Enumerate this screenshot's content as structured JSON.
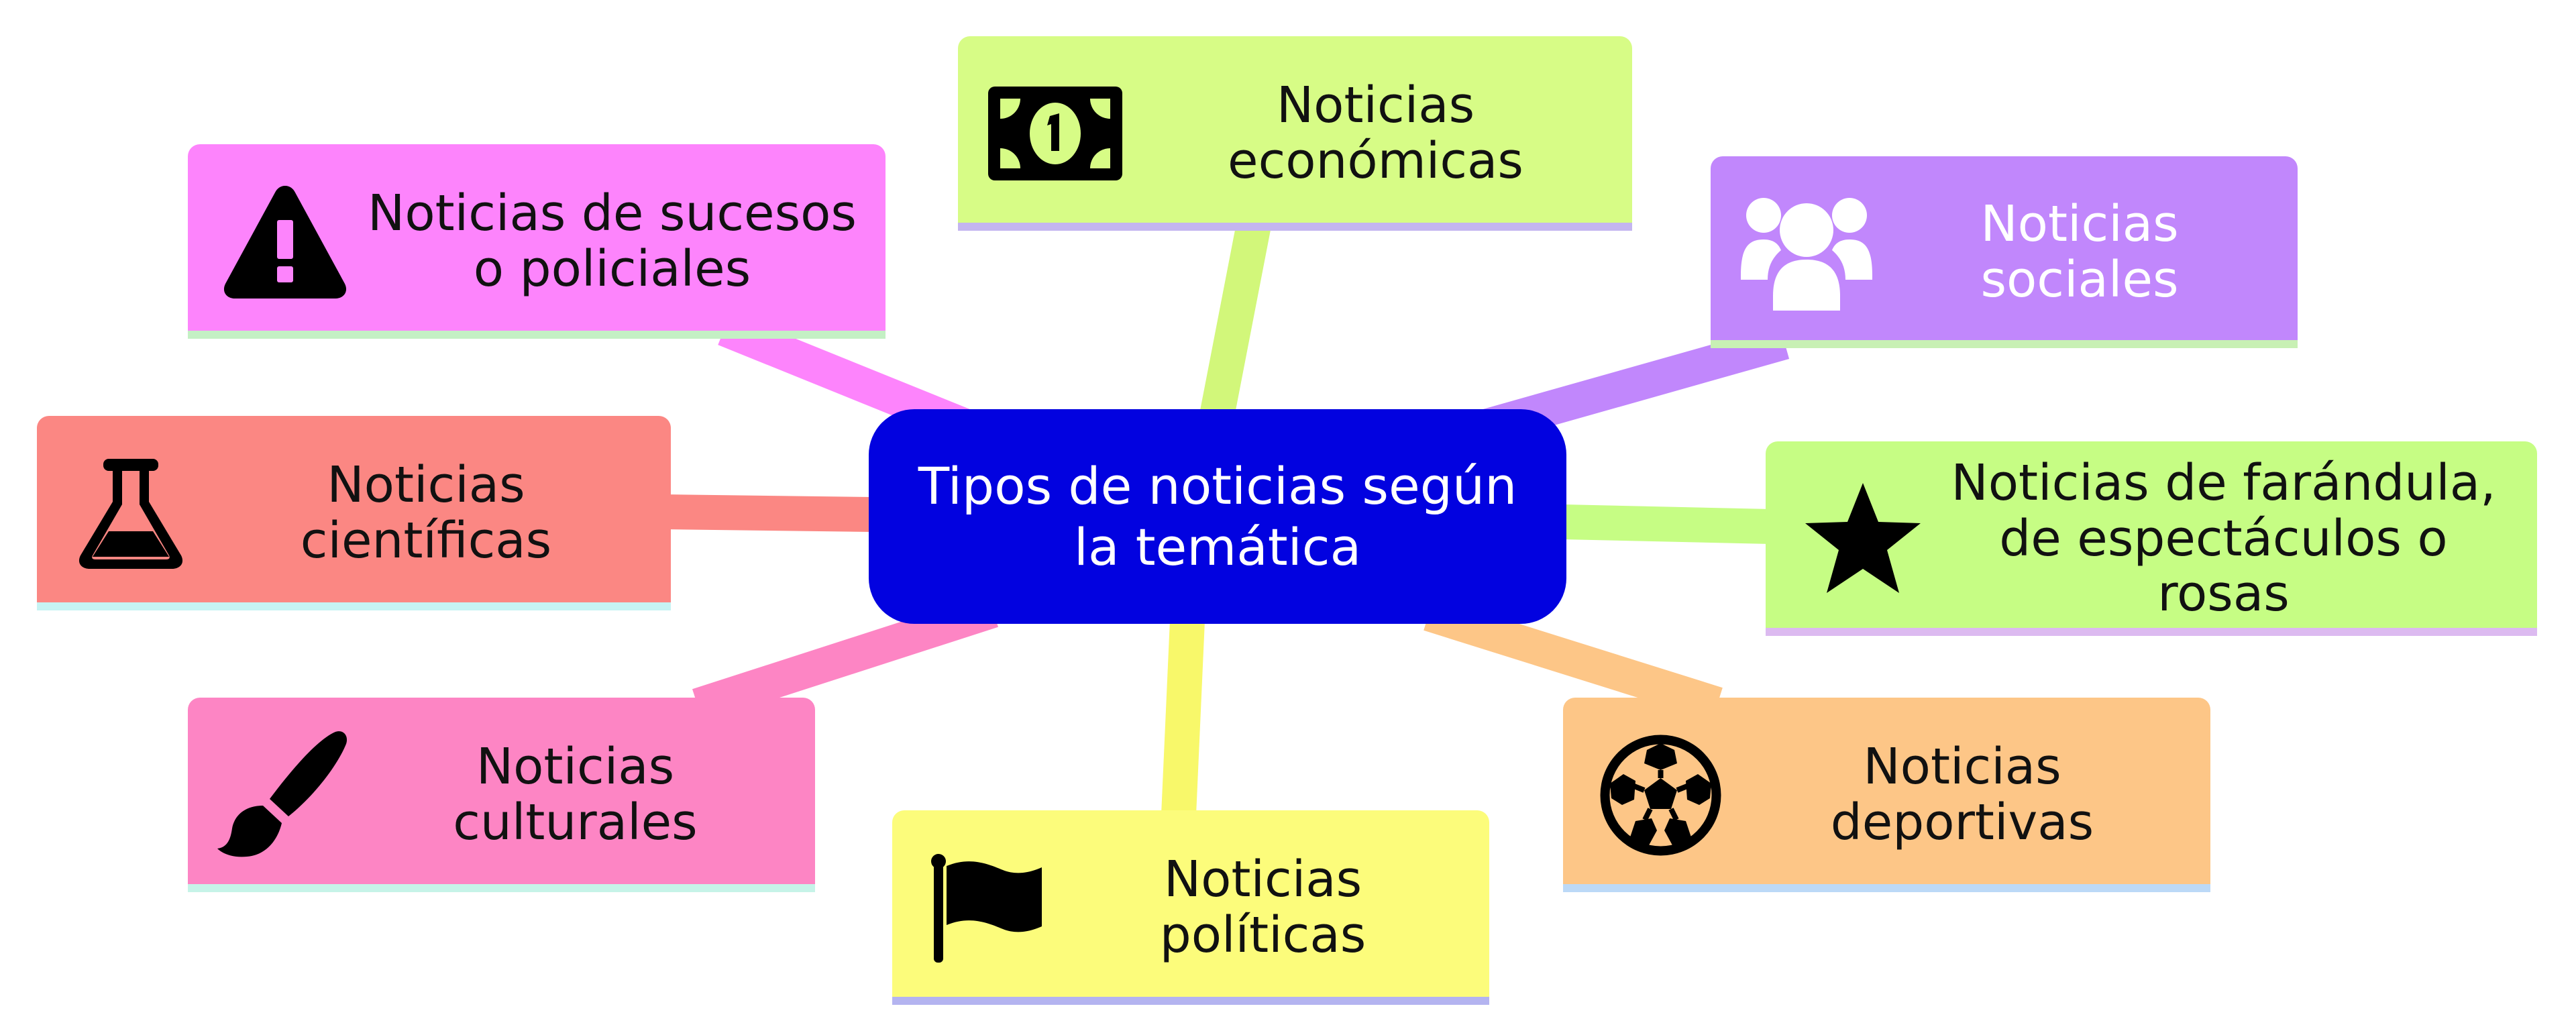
{
  "center": {
    "label": "Tipos de noticias según la temática",
    "color": "#0202e0"
  },
  "topics": [
    {
      "id": "economicas",
      "label": "Noticias económicas",
      "icon": "money-bill-icon",
      "color": "#d7fc86",
      "underline": "#c4b5f0",
      "line": "#d2f77a"
    },
    {
      "id": "sucesos",
      "label": "Noticias de sucesos o policiales",
      "icon": "warning-icon",
      "color": "#fd84fc",
      "underline": "#c4f0c4",
      "line": "#fd84fc"
    },
    {
      "id": "sociales",
      "label": "Noticias sociales",
      "icon": "users-icon",
      "color": "#c187fc",
      "underline": "#c8f0b4",
      "line": "#c187fc"
    },
    {
      "id": "cientificas",
      "label": "Noticias científicas",
      "icon": "flask-icon",
      "color": "#fb8783",
      "underline": "#c6f3f3",
      "line": "#fb8783"
    },
    {
      "id": "farandula",
      "label": "Noticias de farándula, de espectáculos o rosas",
      "icon": "star-icon",
      "color": "#c6fd84",
      "underline": "#dcbaf0",
      "line": "#c6fd84"
    },
    {
      "id": "culturales",
      "label": "Noticias culturales",
      "icon": "paintbrush-icon",
      "color": "#fd85c4",
      "underline": "#c6f3e8",
      "line": "#fd85c4"
    },
    {
      "id": "deportivas",
      "label": "Noticias deportivas",
      "icon": "soccer-ball-icon",
      "color": "#fdc687",
      "underline": "#bcd9f7",
      "line": "#fdc687"
    },
    {
      "id": "politicas",
      "label": "Noticias políticas",
      "icon": "flag-icon",
      "color": "#fcfc7b",
      "underline": "#b4b4f0",
      "line": "#f8f86a"
    }
  ]
}
